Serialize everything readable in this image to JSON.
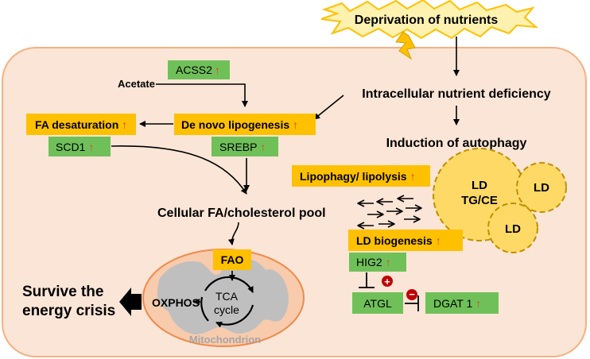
{
  "colors": {
    "cell_fill": "#fbe5d6",
    "cell_stroke": "#f4b183",
    "orange_box": "#ffc000",
    "green_box": "#70c05a",
    "up_arrow": "#e8431a",
    "ld_fill": "#ffd966",
    "ld_stroke": "#bf9000",
    "mito_fill": "#f8cbad",
    "mito_stroke": "#f08a4b",
    "cristae": "#bfbfbf",
    "burst_fill": "#fff2b0",
    "burst_stroke": "#ffc000",
    "lightning": "#ffc000",
    "inhibit_badge": "#c00000"
  },
  "stress": {
    "title": "Deprivation of nutrients"
  },
  "pathway": {
    "deficiency": "Intracellular nutrient deficiency",
    "autophagy": "Induction of autophagy",
    "acetate": "Acetate",
    "cellular_pool": "Cellular FA/cholesterol pool"
  },
  "boxes": {
    "acss2": "ACSS2",
    "de_novo": "De novo lipogenesis",
    "fa_desat": "FA desaturation",
    "scd1": "SCD1",
    "srebp": "SREBP",
    "lipophagy": "Lipophagy/ lipolysis",
    "ld_biogenesis": "LD biogenesis",
    "hig2": "HIG2",
    "atgl": "ATGL",
    "dgat1": "DGAT 1",
    "fao": "FAO"
  },
  "up_symbol": "↑",
  "lipid_droplets": {
    "big_line1": "LD",
    "big_line2": "TG/CE",
    "small_right": "LD",
    "small_bottom": "LD"
  },
  "mitochondrion": {
    "label": "Mitochondrion",
    "tca_line1": "TCA",
    "tca_line2": "cycle",
    "oxphos": "OXPHOS"
  },
  "outcome": {
    "line1": "Survive the",
    "line2": "energy crisis"
  },
  "badges": {
    "plus": "+",
    "minus": "−"
  }
}
